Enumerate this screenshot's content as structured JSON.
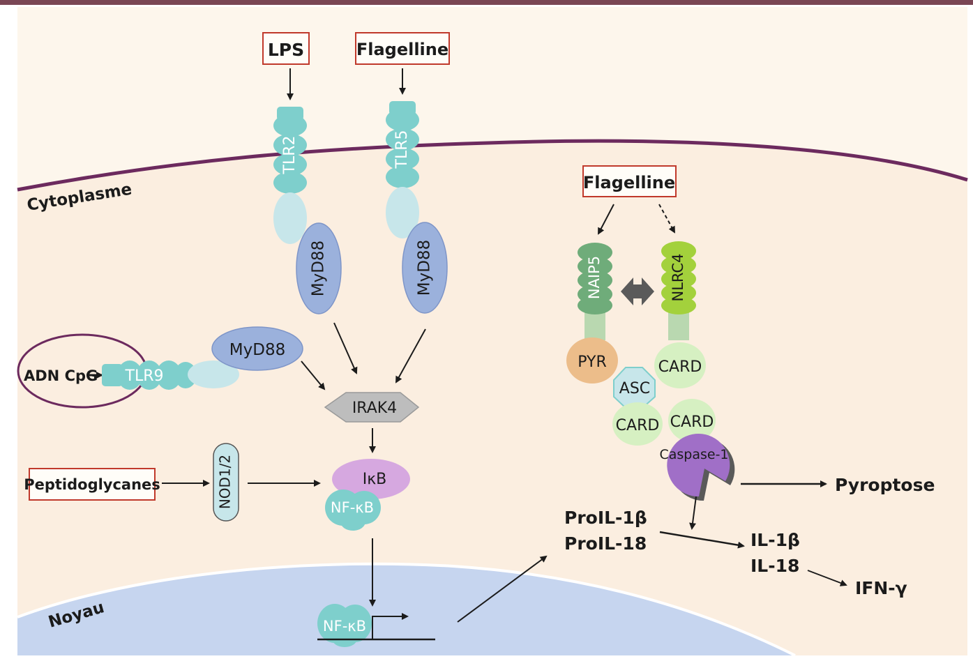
{
  "labels": {
    "cytoplasm": "Cytoplasme",
    "nucleus": "Noyau"
  },
  "ligands": {
    "lps": "LPS",
    "flagelline_tlr5": "Flagelline",
    "flagelline_cyto": "Flagelline",
    "peptidoglycanes": "Peptidoglycanes",
    "adn_cpg": "ADN CpG"
  },
  "receptors": {
    "tlr2": "TLR2",
    "tlr5": "TLR5",
    "tlr9": "TLR9",
    "nod": "NOD1/2",
    "naip5": "NAIP5",
    "nlrc4": "NLRC4"
  },
  "adaptors": {
    "myd88_tlr2": "MyD88",
    "myd88_tlr5": "MyD88",
    "myd88_tlr9": "MyD88",
    "irak4": "IRAK4",
    "ikb": "IκB",
    "nfkb": "NF-κB",
    "nfkb_nucleus": "NF-κB"
  },
  "inflammasome": {
    "pyr": "PYR",
    "asc": "ASC",
    "card_asc": "CARD",
    "card_nlrc4": "CARD",
    "card_caspase": "CARD",
    "caspase": "Caspase-1"
  },
  "outputs": {
    "pro_il1b": "ProIL-1β",
    "pro_il18": "ProIL-18",
    "il1b": "IL-1β",
    "il18": "IL-18",
    "ifng": "IFN-γ",
    "pyroptose": "Pyroptose"
  },
  "colors": {
    "frame": "#7a4654",
    "cytoplasm": "#fbeee0",
    "nucleus": "#c6d5ef",
    "membrane": "#6c2a5e",
    "tlr": "#7ecfcc",
    "tlr_light": "#c7e6ea",
    "myd88": "#9bb1dc",
    "irak4": "#bdbdbd",
    "ikb": "#d6a8e0",
    "naip5": "#6fac7a",
    "nlrc4": "#a3d13c",
    "pyr": "#ecbd8a",
    "card": "#d6f0c2",
    "caspase": "#a06fc7",
    "ligand_border": "#c0392b"
  }
}
